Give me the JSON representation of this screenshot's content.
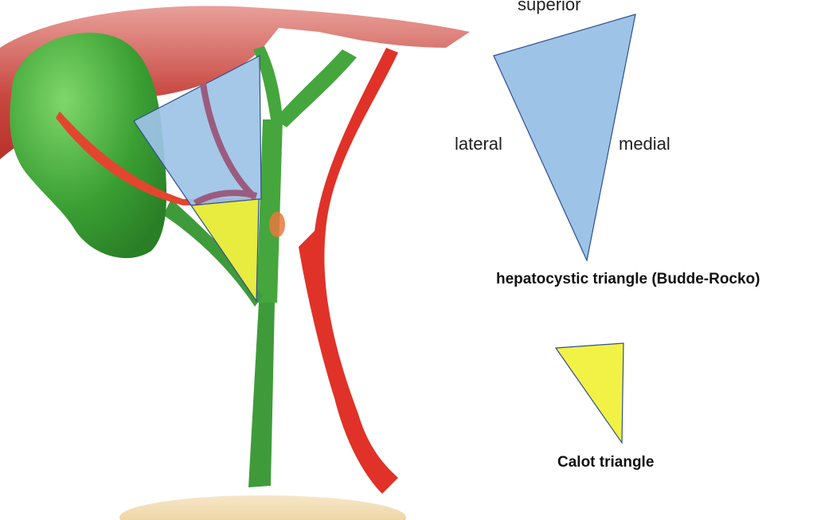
{
  "labels": {
    "superior": "superior",
    "lateral": "lateral",
    "medial": "medial",
    "hepatocystic": "hepatocystic triangle (Budde-Rocko)",
    "calot": "Calot triangle"
  },
  "colors": {
    "hepatocystic_fill": "#9dc3e6",
    "calot_fill": "#f2f246",
    "outline": "#2f4f8f",
    "duct": "#3f9b3a",
    "artery": "#e03228",
    "liver": "#c94a44"
  }
}
